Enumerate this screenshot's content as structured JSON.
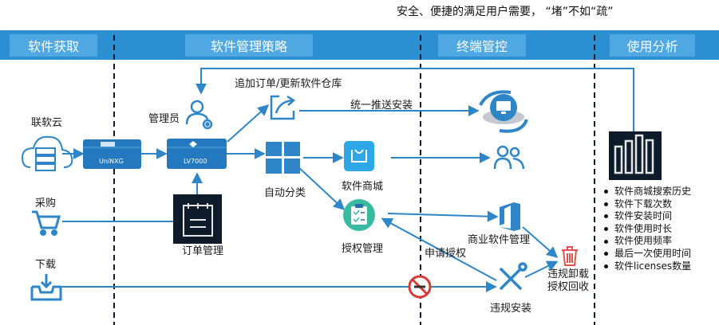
{
  "tagline": "安全、便捷的满足用户需要， “堵”不如“疏”",
  "headers": [
    "软件获取",
    "软件管理策略",
    "终端管控",
    "使用分析"
  ],
  "sources": {
    "cloud": "联软云",
    "purchase": "采购",
    "download": "下载"
  },
  "devices": {
    "uninxg": "UniNXG",
    "lv7000": "LV7000"
  },
  "admin": "管理员",
  "order_mgmt": "订单管理",
  "auto_classify": "自动分类",
  "software_store": "软件商城",
  "license_mgmt": "授权管理",
  "commercial_mgmt": "商业软件管理",
  "violation_install": "违规安装",
  "violation_uninstall": [
    "违规卸载",
    "授权回收"
  ],
  "flows": {
    "add_order": "追加订单/更新软件仓库",
    "unified_push": "统一推送安装",
    "apply_license": "申请授权"
  },
  "stats": [
    "软件商城搜索历史",
    "软件下载次数",
    "软件安装时间",
    "软件使用时长",
    "软件使用频率",
    "最后一次使用时间",
    "软件licenses数量"
  ],
  "colors": {
    "band": "#2b8fd1",
    "header_box": "#4fa8e1",
    "flow": "#2e86c8",
    "dark": "#0d1b2a",
    "delete": "#e0534f"
  },
  "icons": [
    "cloud-server-icon",
    "cart-icon",
    "download-tray-icon",
    "admin-icon",
    "share-icon",
    "windows-icon",
    "shopping-bag-icon",
    "clipboard-icon",
    "office-icon",
    "tools-icon",
    "no-entry-icon",
    "trash-icon",
    "users-icon",
    "monitor-sync-icon",
    "bar-chart-icon"
  ]
}
